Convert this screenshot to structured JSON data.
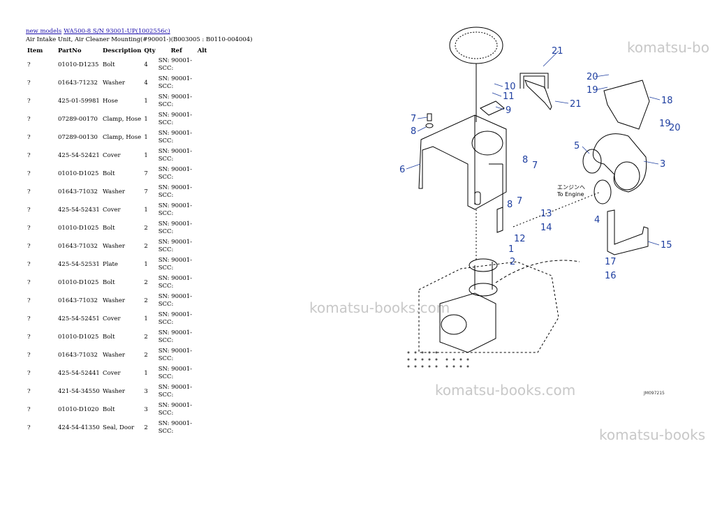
{
  "breadcrumb": {
    "link1": "new models",
    "link2": "WA500-8 S/N 93001-UP(1002556c)"
  },
  "subtitle": "Air Intake Unit, Air Cleaner Mounting(#90001-)(B003005 : B0110-004004)",
  "table": {
    "headers": [
      "Item",
      "PartNo",
      "Description",
      "Qty",
      "Ref",
      "Alt"
    ],
    "rows": [
      [
        "?",
        "01010-D1235",
        "Bolt",
        "4",
        "SN: 90001-SCC:"
      ],
      [
        "?",
        "01643-71232",
        "Washer",
        "4",
        "SN: 90001-SCC:"
      ],
      [
        "?",
        "425-01-59981",
        "Hose",
        "1",
        "SN: 90001-SCC:"
      ],
      [
        "?",
        "07289-00170",
        "Clamp, Hose",
        "1",
        "SN: 90001-SCC:"
      ],
      [
        "?",
        "07289-00130",
        "Clamp, Hose",
        "1",
        "SN: 90001-SCC:"
      ],
      [
        "?",
        "425-54-52421",
        "Cover",
        "1",
        "SN: 90001-SCC:"
      ],
      [
        "?",
        "01010-D1025",
        "Bolt",
        "7",
        "SN: 90001-SCC:"
      ],
      [
        "?",
        "01643-71032",
        "Washer",
        "7",
        "SN: 90001-SCC:"
      ],
      [
        "?",
        "425-54-52431",
        "Cover",
        "1",
        "SN: 90001-SCC:"
      ],
      [
        "?",
        "01010-D1025",
        "Bolt",
        "2",
        "SN: 90001-SCC:"
      ],
      [
        "?",
        "01643-71032",
        "Washer",
        "2",
        "SN: 90001-SCC:"
      ],
      [
        "?",
        "425-54-52531",
        "Plate",
        "1",
        "SN: 90001-SCC:"
      ],
      [
        "?",
        "01010-D1025",
        "Bolt",
        "2",
        "SN: 90001-SCC:"
      ],
      [
        "?",
        "01643-71032",
        "Washer",
        "2",
        "SN: 90001-SCC:"
      ],
      [
        "?",
        "425-54-52451",
        "Cover",
        "1",
        "SN: 90001-SCC:"
      ],
      [
        "?",
        "01010-D1025",
        "Bolt",
        "2",
        "SN: 90001-SCC:"
      ],
      [
        "?",
        "01643-71032",
        "Washer",
        "2",
        "SN: 90001-SCC:"
      ],
      [
        "?",
        "425-54-52441",
        "Cover",
        "1",
        "SN: 90001-SCC:"
      ],
      [
        "?",
        "421-54-34550",
        "Washer",
        "3",
        "SN: 90001-SCC:"
      ],
      [
        "?",
        "01010-D1020",
        "Bolt",
        "3",
        "SN: 90001-SCC:"
      ],
      [
        "?",
        "424-54-41350",
        "Seal, Door",
        "2",
        "SN: 90001-SCC:"
      ]
    ]
  },
  "watermarks": [
    "komatsu-bo",
    "komatsu-books.com",
    "komatsu-books.com",
    "komatsu-books"
  ],
  "diagram": {
    "callouts": [
      "21",
      "21",
      "10",
      "11",
      "9",
      "7",
      "8",
      "6",
      "8",
      "7",
      "8",
      "7",
      "13",
      "14",
      "12",
      "1",
      "2",
      "20",
      "19",
      "18",
      "19",
      "20",
      "5",
      "3",
      "4",
      "15",
      "17",
      "16"
    ],
    "engine_note_jp": "エンジンへ",
    "engine_note_en": "To Engine",
    "drawing_code": "JM097215"
  },
  "colors": {
    "link": "#1a0dab",
    "callout": "#1f3fa0",
    "watermark": "#c8c8c8"
  }
}
